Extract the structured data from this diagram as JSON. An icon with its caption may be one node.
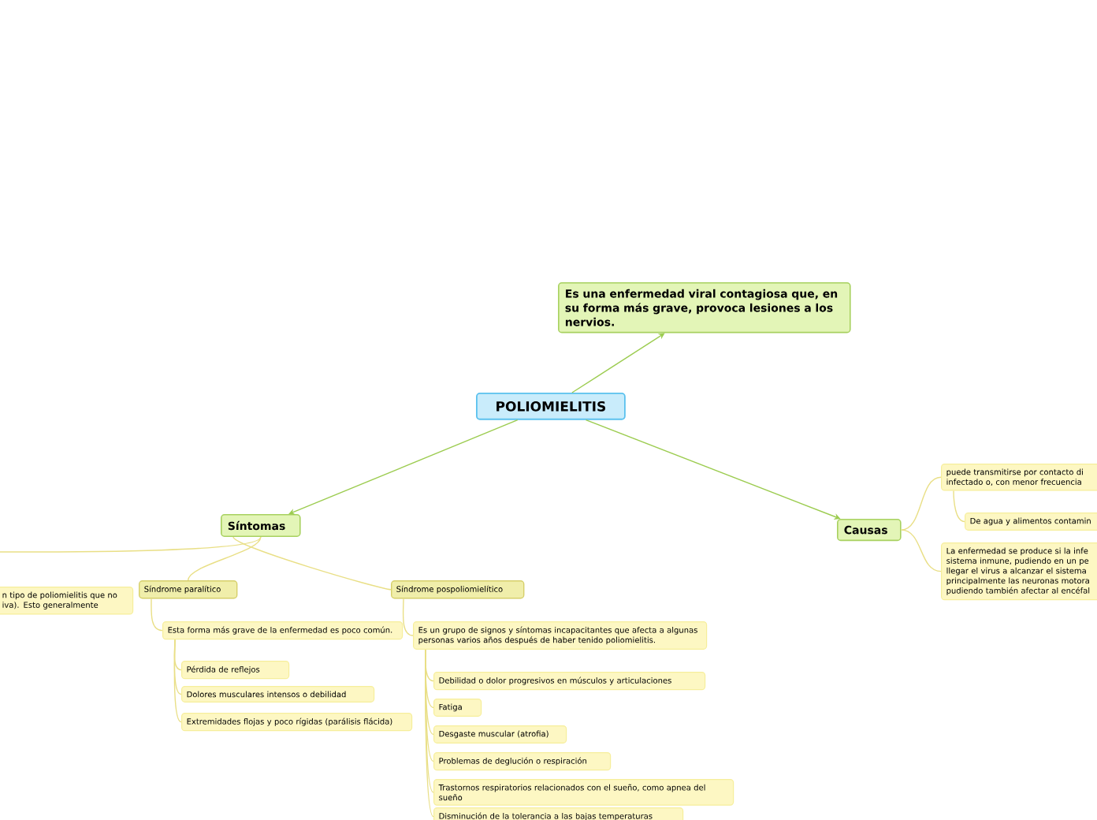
{
  "diagram": {
    "nodes": [
      {
        "text": [
          "POLIOMIELITIS"
        ]
      },
      {
        "text": [
          "Es una enfermedad viral contagiosa que, en su forma más grave, provoca lesiones a los nervios."
        ]
      },
      {
        "text": [
          "Síntomas"
        ]
      },
      {
        "text": [
          "Causas"
        ]
      },
      {
        "text": [
          "n tipo de poliomielitis que no iva). Esto generalmente"
        ]
      },
      {
        "text": [
          "Síndrome paralítico"
        ]
      },
      {
        "text": [
          "Síndrome pospoliomielítico"
        ]
      },
      {
        "text": [
          "Esta forma más grave de la enfermedad es poco común."
        ]
      },
      {
        "text": [
          "Pérdida de reflejos"
        ]
      },
      {
        "text": [
          "Dolores musculares intensos o debilidad"
        ]
      },
      {
        "text": [
          "Extremidades flojas y poco rígidas (parálisis flácida)"
        ]
      },
      {
        "text": [
          "Es un grupo de signos y síntomas incapacitantes que afecta a algunas personas varios años después de haber tenido poliomielitis."
        ]
      },
      {
        "text": [
          "Debilidad o dolor progresivos en músculos y articulaciones"
        ]
      },
      {
        "text": [
          "Fatiga"
        ]
      },
      {
        "text": [
          "Desgaste muscular (atrofia)"
        ]
      },
      {
        "text": [
          "Problemas de deglución o respiración"
        ]
      },
      {
        "text": [
          "Trastornos respiratorios relacionados con el sueño, como apnea del sueño"
        ]
      },
      {
        "text": [
          "Disminución de la tolerancia a las bajas temperaturas"
        ]
      },
      {
        "text": [
          "puede transmitirse por contacto di infectado o, con menor frecuencia"
        ]
      },
      {
        "text": [
          "De agua y alimentos contamin"
        ]
      },
      {
        "text": [
          "La enfermedad se produce si la infe sistema inmune, pudiendo en un pe llegar el virus a alcanzar el sistema principalmente las neuronas motora pudiendo también afectar al encéfal"
        ]
      }
    ],
    "edges": [
      {
        "from": 0,
        "to": 1,
        "arrow": "to",
        "color": "#9ccc50"
      },
      {
        "from": 0,
        "to": 2,
        "arrow": "to",
        "color": "#9ccc50"
      },
      {
        "from": 0,
        "to": 3,
        "arrow": "to",
        "color": "#9ccc50"
      },
      {
        "from": 2,
        "to": null,
        "arrow": "none"
      },
      {
        "from": 2,
        "to": 5,
        "arrow": "none"
      },
      {
        "from": 2,
        "to": 6,
        "arrow": "none"
      },
      {
        "from": 5,
        "to": 7,
        "arrow": "none"
      },
      {
        "from": 7,
        "to": 8,
        "arrow": "none"
      },
      {
        "from": 7,
        "to": 9,
        "arrow": "none"
      },
      {
        "from": 7,
        "to": 10,
        "arrow": "none"
      },
      {
        "from": 6,
        "to": 11,
        "arrow": "none"
      },
      {
        "from": 11,
        "to": 12,
        "arrow": "none"
      },
      {
        "from": 11,
        "to": 13,
        "arrow": "none"
      },
      {
        "from": 11,
        "to": 14,
        "arrow": "none"
      },
      {
        "from": 11,
        "to": 15,
        "arrow": "none"
      },
      {
        "from": 11,
        "to": 16,
        "arrow": "none"
      },
      {
        "from": 11,
        "to": 17,
        "arrow": "none"
      },
      {
        "from": 3,
        "to": 18,
        "arrow": "none"
      },
      {
        "from": 18,
        "to": 19,
        "arrow": "none"
      },
      {
        "from": 3,
        "to": 20,
        "arrow": "none"
      }
    ]
  }
}
